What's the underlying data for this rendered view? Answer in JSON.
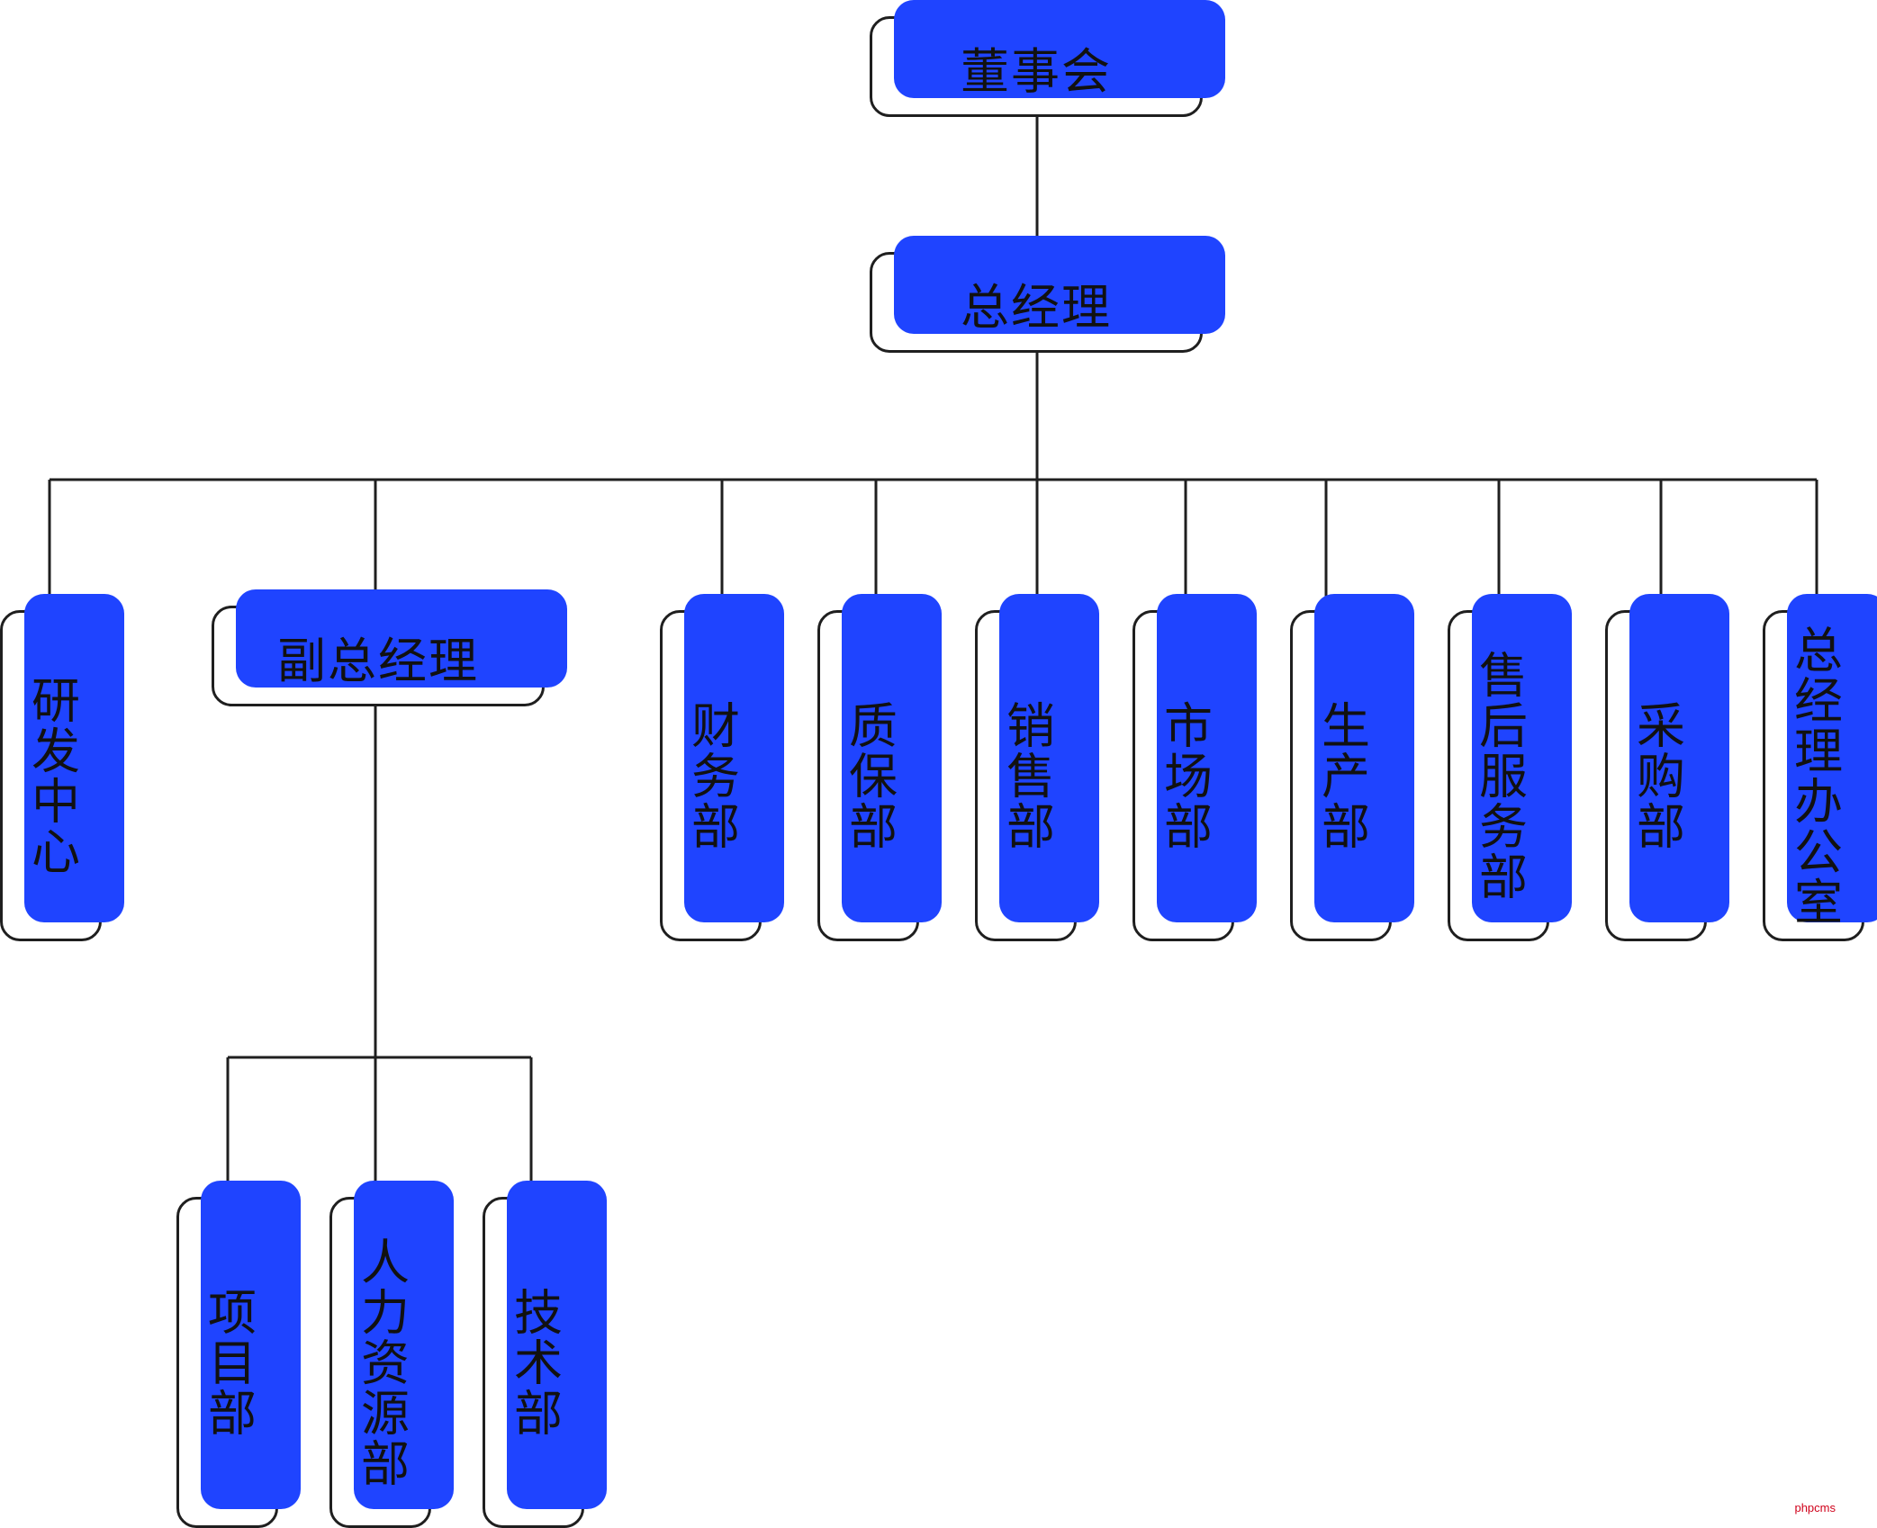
{
  "colors": {
    "accent": "#1f44ff",
    "box_border": "#1f1f1f",
    "line": "#1f1f1f"
  },
  "org_chart": {
    "board": "董事会",
    "general_manager": "总经理",
    "departments": [
      "研发中心",
      "副总经理",
      "财务部",
      "质保部",
      "销售部",
      "市场部",
      "生产部",
      "售后服务部",
      "采购部",
      "总经理办公室"
    ],
    "deputy_departments": [
      "项目部",
      "人力资源部",
      "技术部"
    ]
  },
  "watermark": "phpcms"
}
